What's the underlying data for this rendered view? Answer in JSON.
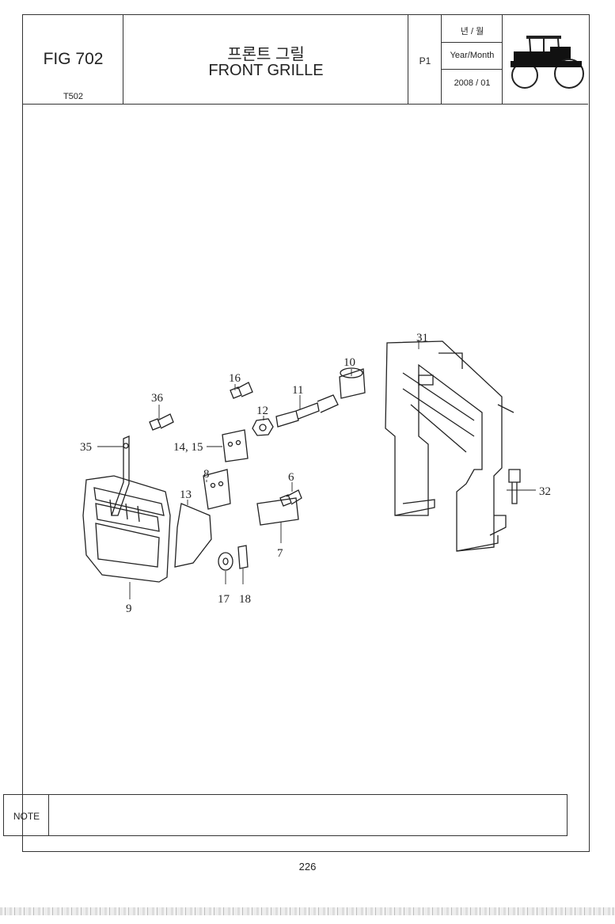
{
  "header": {
    "fig_number": "FIG 702",
    "model": "T502",
    "title_korean": "프론트 그릴",
    "title_english": "FRONT GRILLE",
    "page": "P1",
    "date_label_korean": "년 / 월",
    "date_label_english": "Year/Month",
    "date_value": "2008 / 01",
    "logo_icon": "tractor-icon"
  },
  "diagram": {
    "callouts": [
      "36",
      "35",
      "16",
      "14, 15",
      "12",
      "11",
      "10",
      "31",
      "8",
      "13",
      "6",
      "7",
      "32",
      "9",
      "17",
      "18"
    ]
  },
  "note": {
    "label": "NOTE",
    "text": ""
  },
  "footer": {
    "page_number": "226"
  }
}
